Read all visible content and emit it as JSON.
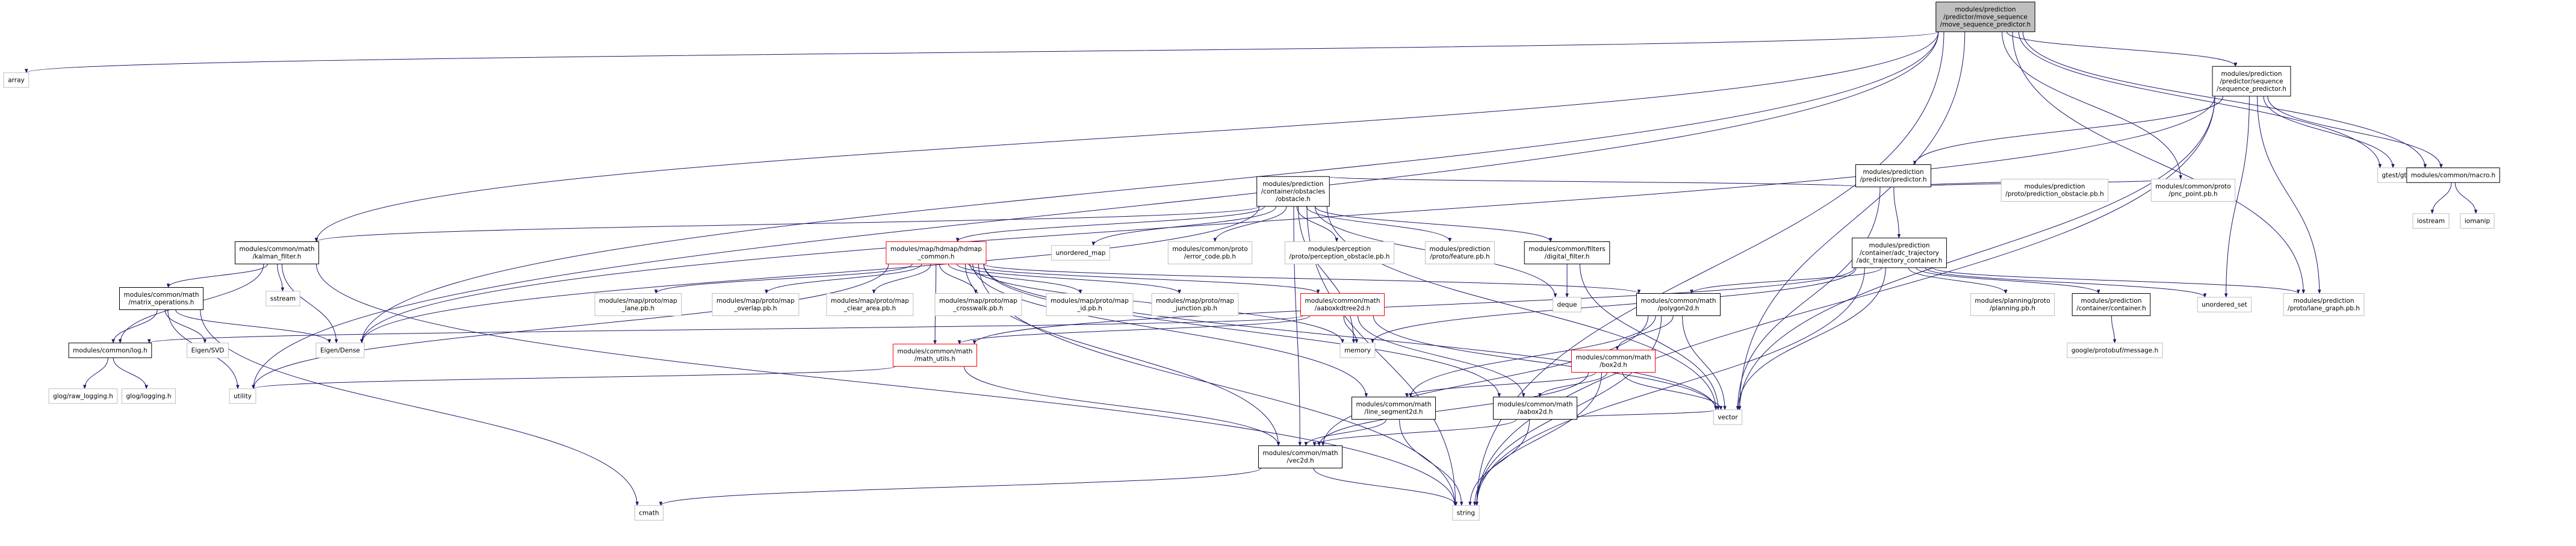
{
  "colors": {
    "root_fill": "#bfbfbf",
    "root_border": "#000000",
    "documented_border": "#000000",
    "undocumented_border": "#bfbfbf",
    "missing_doc_border": "#ff0000",
    "edge": "#191970"
  },
  "nodes": [
    {
      "id": "root",
      "lines": [
        "modules/prediction",
        "/predictor/move_sequence",
        "/move_sequence_predictor.h"
      ],
      "style": "root"
    },
    {
      "id": "array",
      "lines": [
        "array"
      ],
      "style": "plain"
    },
    {
      "id": "seqpred",
      "lines": [
        "modules/prediction",
        "/predictor/sequence",
        "/sequence_predictor.h"
      ],
      "style": "doc"
    },
    {
      "id": "predictor",
      "lines": [
        "modules/prediction",
        "/predictor/predictor.h"
      ],
      "style": "doc"
    },
    {
      "id": "gtest",
      "lines": [
        "gtest/gtest.h"
      ],
      "style": "plain"
    },
    {
      "id": "macro",
      "lines": [
        "modules/common/macro.h"
      ],
      "style": "doc"
    },
    {
      "id": "iostream",
      "lines": [
        "iostream"
      ],
      "style": "plain"
    },
    {
      "id": "iomanip",
      "lines": [
        "iomanip"
      ],
      "style": "plain"
    },
    {
      "id": "obstacle",
      "lines": [
        "modules/prediction",
        "/container/obstacles",
        "/obstacle.h"
      ],
      "style": "doc"
    },
    {
      "id": "pred_obs_pb",
      "lines": [
        "modules/prediction",
        "/proto/prediction_obstacle.pb.h"
      ],
      "style": "plain"
    },
    {
      "id": "pnc_point",
      "lines": [
        "modules/common/proto",
        "/pnc_point.pb.h"
      ],
      "style": "plain"
    },
    {
      "id": "kalman",
      "lines": [
        "modules/common/math",
        "/kalman_filter.h"
      ],
      "style": "doc"
    },
    {
      "id": "hdmap",
      "lines": [
        "modules/map/hdmap/hdmap",
        "_common.h"
      ],
      "style": "red"
    },
    {
      "id": "unordered_map",
      "lines": [
        "unordered_map"
      ],
      "style": "plain"
    },
    {
      "id": "error_code",
      "lines": [
        "modules/common/proto",
        "/error_code.pb.h"
      ],
      "style": "plain"
    },
    {
      "id": "perc_obs",
      "lines": [
        "modules/perception",
        "/proto/perception_obstacle.pb.h"
      ],
      "style": "plain"
    },
    {
      "id": "feature_pb",
      "lines": [
        "modules/prediction",
        "/proto/feature.pb.h"
      ],
      "style": "plain"
    },
    {
      "id": "digital",
      "lines": [
        "modules/common/filters",
        "/digital_filter.h"
      ],
      "style": "doc"
    },
    {
      "id": "adc",
      "lines": [
        "modules/prediction",
        "/container/adc_trajectory",
        "/adc_trajectory_container.h"
      ],
      "style": "doc"
    },
    {
      "id": "matrix",
      "lines": [
        "modules/common/math",
        "/matrix_operations.h"
      ],
      "style": "doc"
    },
    {
      "id": "sstream",
      "lines": [
        "sstream"
      ],
      "style": "plain"
    },
    {
      "id": "lane_pb",
      "lines": [
        "modules/map/proto/map",
        "_lane.pb.h"
      ],
      "style": "plain"
    },
    {
      "id": "overlap_pb",
      "lines": [
        "modules/map/proto/map",
        "_overlap.pb.h"
      ],
      "style": "plain"
    },
    {
      "id": "cleararea_pb",
      "lines": [
        "modules/map/proto/map",
        "_clear_area.pb.h"
      ],
      "style": "plain"
    },
    {
      "id": "crosswalk_pb",
      "lines": [
        "modules/map/proto/map",
        "_crosswalk.pb.h"
      ],
      "style": "plain"
    },
    {
      "id": "id_pb",
      "lines": [
        "modules/map/proto/map",
        "_id.pb.h"
      ],
      "style": "plain"
    },
    {
      "id": "junction_pb",
      "lines": [
        "modules/map/proto/map",
        "_junction.pb.h"
      ],
      "style": "plain"
    },
    {
      "id": "aaboxkdtree",
      "lines": [
        "modules/common/math",
        "/aaboxkdtree2d.h"
      ],
      "style": "red"
    },
    {
      "id": "polygon",
      "lines": [
        "modules/common/math",
        "/polygon2d.h"
      ],
      "style": "doc"
    },
    {
      "id": "deque",
      "lines": [
        "deque"
      ],
      "style": "plain"
    },
    {
      "id": "planning_pb",
      "lines": [
        "modules/planning/proto",
        "/planning.pb.h"
      ],
      "style": "plain"
    },
    {
      "id": "container",
      "lines": [
        "modules/prediction",
        "/container/container.h"
      ],
      "style": "doc"
    },
    {
      "id": "unordered_set",
      "lines": [
        "unordered_set"
      ],
      "style": "plain"
    },
    {
      "id": "lane_graph",
      "lines": [
        "modules/prediction",
        "/proto/lane_graph.pb.h"
      ],
      "style": "plain"
    },
    {
      "id": "log",
      "lines": [
        "modules/common/log.h"
      ],
      "style": "doc"
    },
    {
      "id": "eigen_svd",
      "lines": [
        "Eigen/SVD"
      ],
      "style": "plain"
    },
    {
      "id": "eigen_dense",
      "lines": [
        "Eigen/Dense"
      ],
      "style": "plain"
    },
    {
      "id": "math_utils",
      "lines": [
        "modules/common/math",
        "/math_utils.h"
      ],
      "style": "red"
    },
    {
      "id": "memory",
      "lines": [
        "memory"
      ],
      "style": "plain"
    },
    {
      "id": "box2d",
      "lines": [
        "modules/common/math",
        "/box2d.h"
      ],
      "style": "red"
    },
    {
      "id": "protobuf",
      "lines": [
        "google/protobuf/message.h"
      ],
      "style": "plain"
    },
    {
      "id": "glograw",
      "lines": [
        "glog/raw_logging.h"
      ],
      "style": "plain"
    },
    {
      "id": "glog",
      "lines": [
        "glog/logging.h"
      ],
      "style": "plain"
    },
    {
      "id": "utility",
      "lines": [
        "utility"
      ],
      "style": "plain"
    },
    {
      "id": "line_seg",
      "lines": [
        "modules/common/math",
        "/line_segment2d.h"
      ],
      "style": "doc"
    },
    {
      "id": "aabox",
      "lines": [
        "modules/common/math",
        "/aabox2d.h"
      ],
      "style": "doc"
    },
    {
      "id": "vector",
      "lines": [
        "vector"
      ],
      "style": "plain"
    },
    {
      "id": "vec2d",
      "lines": [
        "modules/common/math",
        "/vec2d.h"
      ],
      "style": "doc"
    },
    {
      "id": "cmath",
      "lines": [
        "cmath"
      ],
      "style": "plain"
    },
    {
      "id": "string",
      "lines": [
        "string"
      ],
      "style": "plain"
    }
  ],
  "edges": [
    [
      "root",
      "array"
    ],
    [
      "root",
      "seqpred"
    ],
    [
      "root",
      "utility"
    ],
    [
      "root",
      "kalman"
    ],
    [
      "root",
      "eigen_dense"
    ],
    [
      "root",
      "pnc_point"
    ],
    [
      "root",
      "vector"
    ],
    [
      "root",
      "gtest"
    ],
    [
      "root",
      "macro"
    ],
    [
      "root",
      "lane_graph"
    ],
    [
      "root",
      "string"
    ],
    [
      "seqpred",
      "predictor"
    ],
    [
      "seqpred",
      "gtest"
    ],
    [
      "seqpred",
      "macro"
    ],
    [
      "seqpred",
      "eigen_dense"
    ],
    [
      "seqpred",
      "unordered_set"
    ],
    [
      "seqpred",
      "lane_graph"
    ],
    [
      "seqpred",
      "vector"
    ],
    [
      "seqpred",
      "string"
    ],
    [
      "macro",
      "iostream"
    ],
    [
      "macro",
      "iomanip"
    ],
    [
      "predictor",
      "obstacle"
    ],
    [
      "predictor",
      "pred_obs_pb"
    ],
    [
      "predictor",
      "pnc_point"
    ],
    [
      "predictor",
      "adc"
    ],
    [
      "predictor",
      "vector"
    ],
    [
      "obstacle",
      "kalman"
    ],
    [
      "obstacle",
      "hdmap"
    ],
    [
      "obstacle",
      "unordered_map"
    ],
    [
      "obstacle",
      "error_code"
    ],
    [
      "obstacle",
      "perc_obs"
    ],
    [
      "obstacle",
      "feature_pb"
    ],
    [
      "obstacle",
      "digital"
    ],
    [
      "obstacle",
      "deque"
    ],
    [
      "obstacle",
      "memory"
    ],
    [
      "obstacle",
      "eigen_dense"
    ],
    [
      "obstacle",
      "vector"
    ],
    [
      "obstacle",
      "string"
    ],
    [
      "obstacle",
      "vec2d"
    ],
    [
      "kalman",
      "log"
    ],
    [
      "kalman",
      "matrix"
    ],
    [
      "kalman",
      "sstream"
    ],
    [
      "kalman",
      "eigen_dense"
    ],
    [
      "kalman",
      "string"
    ],
    [
      "matrix",
      "log"
    ],
    [
      "matrix",
      "eigen_svd"
    ],
    [
      "matrix",
      "eigen_dense"
    ],
    [
      "matrix",
      "utility"
    ],
    [
      "matrix",
      "cmath"
    ],
    [
      "log",
      "glograw"
    ],
    [
      "log",
      "glog"
    ],
    [
      "hdmap",
      "lane_pb"
    ],
    [
      "hdmap",
      "overlap_pb"
    ],
    [
      "hdmap",
      "cleararea_pb"
    ],
    [
      "hdmap",
      "crosswalk_pb"
    ],
    [
      "hdmap",
      "id_pb"
    ],
    [
      "hdmap",
      "junction_pb"
    ],
    [
      "hdmap",
      "aaboxkdtree"
    ],
    [
      "hdmap",
      "polygon"
    ],
    [
      "hdmap",
      "math_utils"
    ],
    [
      "hdmap",
      "line_seg"
    ],
    [
      "hdmap",
      "vec2d"
    ],
    [
      "hdmap",
      "aabox"
    ],
    [
      "hdmap",
      "utility"
    ],
    [
      "hdmap",
      "string"
    ],
    [
      "hdmap",
      "memory"
    ],
    [
      "hdmap",
      "vector"
    ],
    [
      "digital",
      "deque"
    ],
    [
      "digital",
      "vector"
    ],
    [
      "adc",
      "polygon"
    ],
    [
      "adc",
      "planning_pb"
    ],
    [
      "adc",
      "container"
    ],
    [
      "adc",
      "unordered_set"
    ],
    [
      "adc",
      "lane_graph"
    ],
    [
      "adc",
      "memory"
    ],
    [
      "adc",
      "string"
    ],
    [
      "adc",
      "vector"
    ],
    [
      "adc",
      "math_utils"
    ],
    [
      "container",
      "protobuf"
    ],
    [
      "aaboxkdtree",
      "log"
    ],
    [
      "aaboxkdtree",
      "math_utils"
    ],
    [
      "aaboxkdtree",
      "memory"
    ],
    [
      "aaboxkdtree",
      "aabox"
    ],
    [
      "aaboxkdtree",
      "vector"
    ],
    [
      "polygon",
      "box2d"
    ],
    [
      "polygon",
      "line_seg"
    ],
    [
      "polygon",
      "vec2d"
    ],
    [
      "polygon",
      "vector"
    ],
    [
      "polygon",
      "string"
    ],
    [
      "box2d",
      "line_seg"
    ],
    [
      "box2d",
      "aabox"
    ],
    [
      "box2d",
      "vec2d"
    ],
    [
      "box2d",
      "vector"
    ],
    [
      "box2d",
      "string"
    ],
    [
      "math_utils",
      "utility"
    ],
    [
      "math_utils",
      "vec2d"
    ],
    [
      "line_seg",
      "vec2d"
    ],
    [
      "line_seg",
      "string"
    ],
    [
      "aabox",
      "vec2d"
    ],
    [
      "aabox",
      "vector"
    ],
    [
      "aabox",
      "string"
    ],
    [
      "vec2d",
      "cmath"
    ],
    [
      "vec2d",
      "string"
    ]
  ]
}
